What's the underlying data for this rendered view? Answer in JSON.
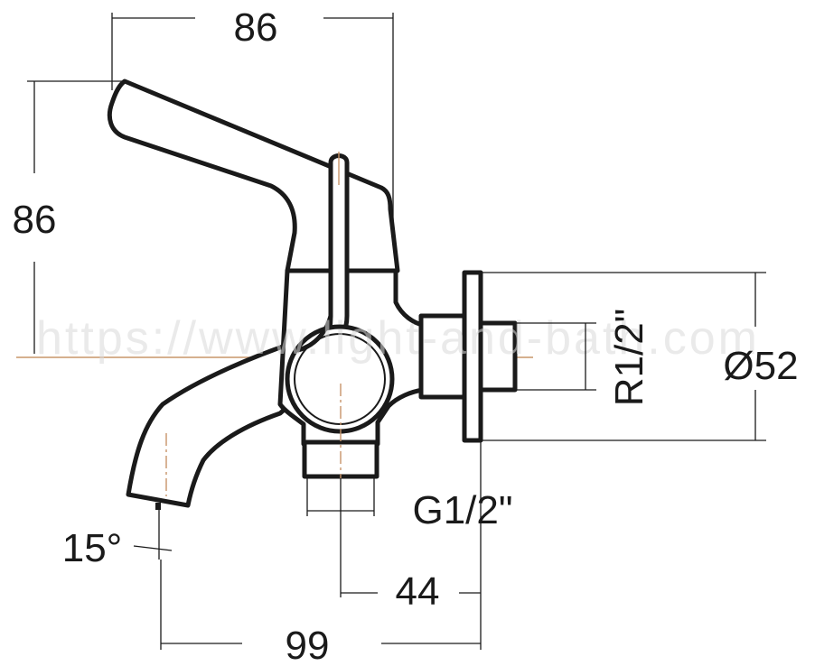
{
  "dimensions": {
    "top_width": "86",
    "left_height": "86",
    "thread_inlet": "R1/2\"",
    "flange_diameter": "Ø52",
    "outlet_thread": "G1/2\"",
    "angle": "15°",
    "outlet_offset": "44",
    "total_depth": "99"
  },
  "watermark": "https://www.light-and-bath.com",
  "colors": {
    "outline": "#1a1a1a",
    "centerline": "#c8956a",
    "watermark": "#d9d9d9"
  }
}
